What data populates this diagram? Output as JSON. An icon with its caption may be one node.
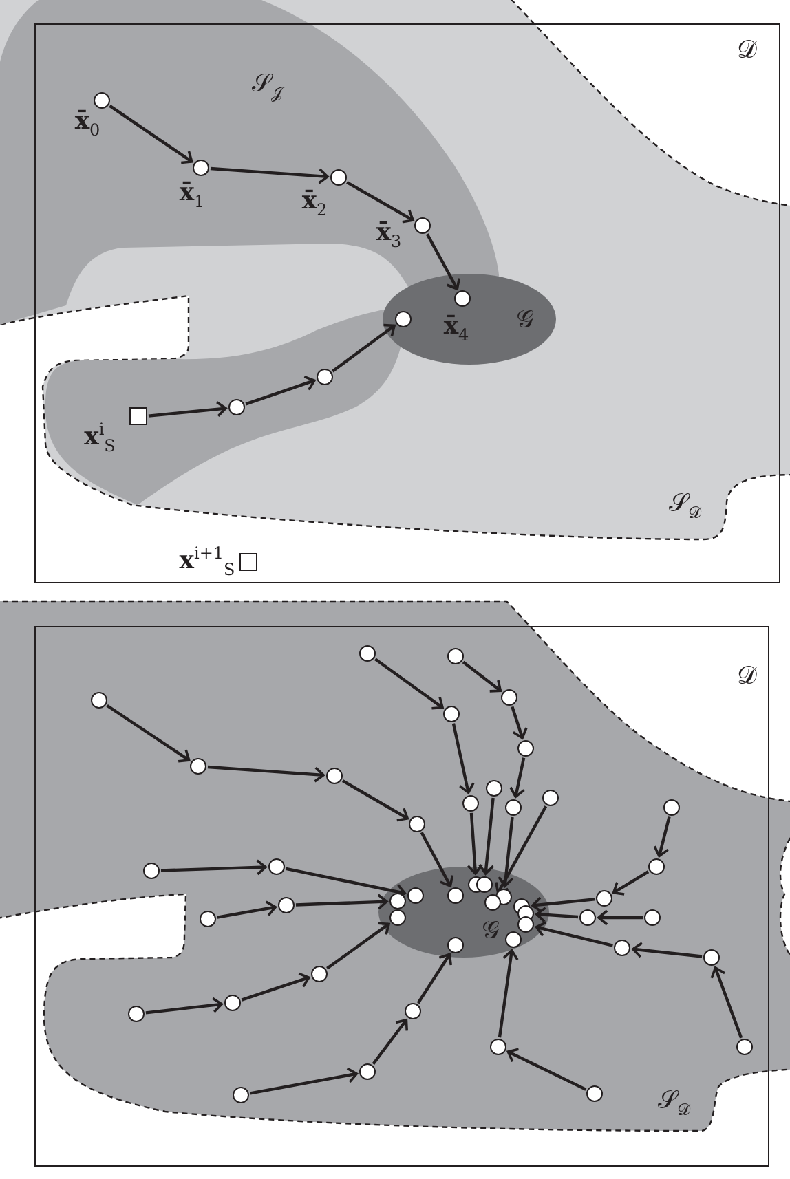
{
  "diagram": {
    "nodes": [
      {
        "text": [
          "𝒟"
        ]
      },
      {
        "text": [
          "𝒢"
        ],
        "in": 0
      },
      {
        "text": [],
        "shape": "circle",
        "in": 0,
        "beside": [
          "**x̄**$_{0}$"
        ]
      },
      {
        "text": [],
        "shape": "circle",
        "in": 0,
        "beside": [
          "**x̄**$_{1}$"
        ]
      },
      {
        "text": [],
        "shape": "circle",
        "in": 0,
        "beside": [
          "**x̄**$_{2}$"
        ]
      },
      {
        "text": [],
        "shape": "circle",
        "in": 0,
        "beside": [
          "**x̄**$_{3}$"
        ]
      },
      {
        "text": [],
        "shape": "circle",
        "in": 1,
        "beside": [
          "**x̄**$_{4}$"
        ]
      },
      {
        "text": [],
        "shape": "box",
        "in": 0,
        "beside": [
          "**x**$^{i}$$_{S}$"
        ]
      },
      {
        "text": [],
        "shape": "circle",
        "in": 0
      },
      {
        "text": [],
        "shape": "circle",
        "in": 0
      },
      {
        "text": [],
        "shape": "circle",
        "in": 1
      },
      {
        "text": [],
        "shape": "box",
        "in": 0,
        "beside": [
          "**x**$^{i+1}$$_{S}$"
        ]
      },
      {
        "text": [
          "𝒟"
        ]
      },
      {
        "text": [
          "𝒢"
        ],
        "in": 12
      },
      {
        "text": [],
        "shape": "circle",
        "in": 12
      },
      {
        "text": [],
        "shape": "circle",
        "in": 12
      },
      {
        "text": [],
        "shape": "circle",
        "in": 12
      },
      {
        "text": [],
        "shape": "circle",
        "in": 12
      },
      {
        "text": [],
        "shape": "circle",
        "in": 13
      },
      {
        "text": [],
        "shape": "circle",
        "in": 12
      },
      {
        "text": [],
        "shape": "circle",
        "in": 12
      },
      {
        "text": [],
        "shape": "circle",
        "in": 13
      },
      {
        "text": [],
        "shape": "circle",
        "in": 12
      },
      {
        "text": [],
        "shape": "circle",
        "in": 12
      },
      {
        "text": [],
        "shape": "circle",
        "in": 13
      },
      {
        "text": [],
        "shape": "circle",
        "in": 12
      },
      {
        "text": [],
        "shape": "circle",
        "in": 12
      },
      {
        "text": [],
        "shape": "circle",
        "in": 12
      },
      {
        "text": [],
        "shape": "circle",
        "in": 13
      },
      {
        "text": [],
        "shape": "circle",
        "in": 12
      },
      {
        "text": [],
        "shape": "circle",
        "in": 12
      },
      {
        "text": [],
        "shape": "circle",
        "in": 12
      },
      {
        "text": [],
        "shape": "circle",
        "in": 13
      },
      {
        "text": [],
        "shape": "circle",
        "in": 12
      },
      {
        "text": [],
        "shape": "circle",
        "in": 12
      },
      {
        "text": [],
        "shape": "circle",
        "in": 12
      },
      {
        "text": [],
        "shape": "circle",
        "in": 13
      },
      {
        "text": [],
        "shape": "circle",
        "in": 12
      },
      {
        "text": [],
        "shape": "circle",
        "in": 12
      },
      {
        "text": [],
        "shape": "circle",
        "in": 12
      },
      {
        "text": [],
        "shape": "circle",
        "in": 12
      },
      {
        "text": [],
        "shape": "circle",
        "in": 13
      },
      {
        "text": [],
        "shape": "circle",
        "in": 12
      },
      {
        "text": [],
        "shape": "circle",
        "in": 13
      },
      {
        "text": [],
        "shape": "circle",
        "in": 12
      },
      {
        "text": [],
        "shape": "circle",
        "in": 13
      },
      {
        "text": [],
        "shape": "circle",
        "in": 12
      },
      {
        "text": [],
        "shape": "circle",
        "in": 12
      },
      {
        "text": [],
        "shape": "circle",
        "in": 12
      },
      {
        "text": [],
        "shape": "circle",
        "in": 13
      },
      {
        "text": [],
        "shape": "circle",
        "in": 12
      },
      {
        "text": [],
        "shape": "circle",
        "in": 12
      },
      {
        "text": [],
        "shape": "circle",
        "in": 13
      },
      {
        "text": [],
        "shape": "circle",
        "in": 12
      },
      {
        "text": [],
        "shape": "circle",
        "in": 12
      },
      {
        "text": [],
        "shape": "circle",
        "in": 12
      },
      {
        "text": [],
        "shape": "circle",
        "in": 13
      },
      {
        "text": [],
        "shape": "circle",
        "in": 12
      },
      {
        "text": [],
        "shape": "circle",
        "in": 12
      },
      {
        "text": [],
        "shape": "circle",
        "in": 13
      }
    ],
    "edges": [
      {
        "from": 2,
        "to": 3,
        "arrow": "to"
      },
      {
        "from": 3,
        "to": 4,
        "arrow": "to"
      },
      {
        "from": 4,
        "to": 5,
        "arrow": "to"
      },
      {
        "from": 5,
        "to": 6,
        "arrow": "to"
      },
      {
        "from": 7,
        "to": 8,
        "arrow": "to"
      },
      {
        "from": 8,
        "to": 9,
        "arrow": "to"
      },
      {
        "from": 9,
        "to": 10,
        "arrow": "to"
      },
      {
        "from": 14,
        "to": 15,
        "arrow": "to"
      },
      {
        "from": 15,
        "to": 16,
        "arrow": "to"
      },
      {
        "from": 16,
        "to": 17,
        "arrow": "to"
      },
      {
        "from": 17,
        "to": 18,
        "arrow": "to"
      },
      {
        "from": 19,
        "to": 20,
        "arrow": "to"
      },
      {
        "from": 20,
        "to": 21,
        "arrow": "to"
      },
      {
        "from": 22,
        "to": 23,
        "arrow": "to"
      },
      {
        "from": 23,
        "to": 24,
        "arrow": "to"
      },
      {
        "from": 25,
        "to": 26,
        "arrow": "to"
      },
      {
        "from": 26,
        "to": 27,
        "arrow": "to"
      },
      {
        "from": 27,
        "to": 28,
        "arrow": "to"
      },
      {
        "from": 29,
        "to": 30,
        "arrow": "to"
      },
      {
        "from": 30,
        "to": 31,
        "arrow": "to"
      },
      {
        "from": 31,
        "to": 32,
        "arrow": "to"
      },
      {
        "from": 33,
        "to": 34,
        "arrow": "to"
      },
      {
        "from": 34,
        "to": 35,
        "arrow": "to"
      },
      {
        "from": 35,
        "to": 36,
        "arrow": "to"
      },
      {
        "from": 37,
        "to": 38,
        "arrow": "to"
      },
      {
        "from": 38,
        "to": 39,
        "arrow": "to"
      },
      {
        "from": 39,
        "to": 40,
        "arrow": "to"
      },
      {
        "from": 40,
        "to": 41,
        "arrow": "to"
      },
      {
        "from": 42,
        "to": 43,
        "arrow": "to"
      },
      {
        "from": 44,
        "to": 45,
        "arrow": "to"
      },
      {
        "from": 46,
        "to": 47,
        "arrow": "to"
      },
      {
        "from": 47,
        "to": 48,
        "arrow": "to"
      },
      {
        "from": 48,
        "to": 49,
        "arrow": "to"
      },
      {
        "from": 50,
        "to": 51,
        "arrow": "to"
      },
      {
        "from": 51,
        "to": 52,
        "arrow": "to"
      },
      {
        "from": 53,
        "to": 54,
        "arrow": "to"
      },
      {
        "from": 54,
        "to": 55,
        "arrow": "to"
      },
      {
        "from": 55,
        "to": 56,
        "arrow": "to"
      },
      {
        "from": 57,
        "to": 58,
        "arrow": "to"
      },
      {
        "from": 58,
        "to": 59,
        "arrow": "to"
      }
    ],
    "labels": [
      "𝒮$_{𝒥}$",
      "𝒮$_{𝒟}$",
      "𝒮$_{𝒟}$"
    ]
  }
}
